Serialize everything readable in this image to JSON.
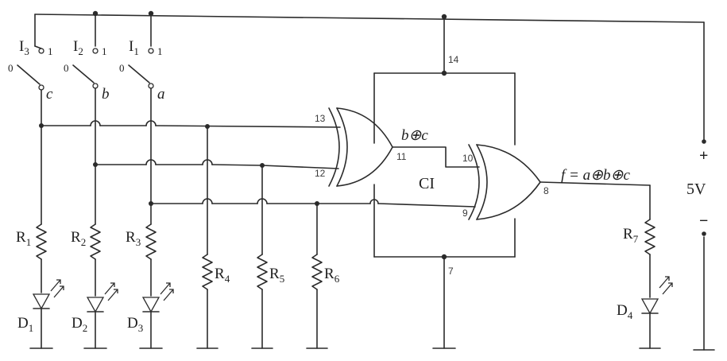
{
  "switches": [
    {
      "name": "I3",
      "name_main": "I",
      "name_sub": "3",
      "on": "1",
      "off": "0",
      "node": "c"
    },
    {
      "name": "I2",
      "name_main": "I",
      "name_sub": "2",
      "on": "1",
      "off": "0",
      "node": "b"
    },
    {
      "name": "I1",
      "name_main": "I",
      "name_sub": "1",
      "on": "1",
      "off": "0",
      "node": "a"
    }
  ],
  "resistors": [
    {
      "main": "R",
      "sub": "1"
    },
    {
      "main": "R",
      "sub": "2"
    },
    {
      "main": "R",
      "sub": "3"
    },
    {
      "main": "R",
      "sub": "4"
    },
    {
      "main": "R",
      "sub": "5"
    },
    {
      "main": "R",
      "sub": "6"
    },
    {
      "main": "R",
      "sub": "7"
    }
  ],
  "leds": [
    {
      "main": "D",
      "sub": "1"
    },
    {
      "main": "D",
      "sub": "2"
    },
    {
      "main": "D",
      "sub": "3"
    },
    {
      "main": "D",
      "sub": "4"
    }
  ],
  "chip": {
    "label": "CI",
    "pin_vcc": "14",
    "pin_gnd": "7"
  },
  "gate1": {
    "in_top": "13",
    "in_bottom": "12",
    "out": "11",
    "output_label": "b⊕c"
  },
  "gate2": {
    "in_top": "10",
    "in_bottom": "9",
    "out": "8",
    "output_label": "f = a⊕b⊕c"
  },
  "supply": {
    "plus": "+",
    "minus": "−",
    "voltage": "5V"
  }
}
